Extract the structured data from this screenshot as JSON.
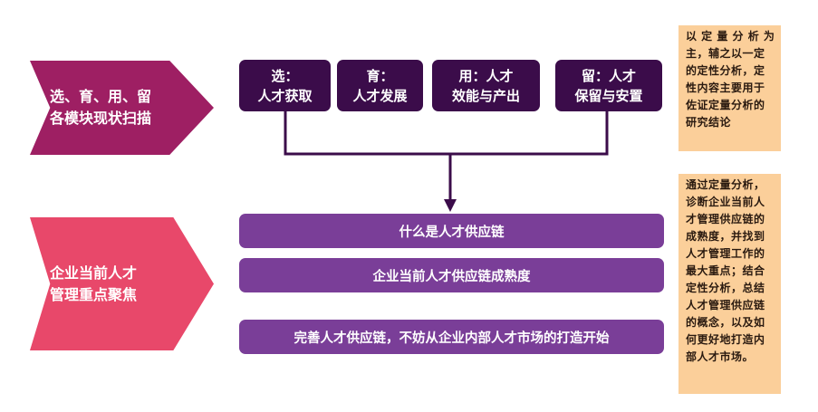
{
  "stages": [
    {
      "label_lines": [
        "选、育、用、留",
        "各模块现状扫描"
      ],
      "color": "#9e1f63"
    },
    {
      "label_lines": [
        "企业当前人才",
        "管理重点聚焦"
      ],
      "color": "#e8486a"
    }
  ],
  "modules": [
    {
      "title": "选：",
      "sub": "人才获取"
    },
    {
      "title": "育：",
      "sub": "人才发展"
    },
    {
      "title": "用：人才",
      "sub": "效能与产出"
    },
    {
      "title": "留：人才",
      "sub": "保留与安置"
    }
  ],
  "focus_items": [
    "什么是人才供应链",
    "企业当前人才供应链成熟度",
    "完善人才供应链，不妨从企业内部人才市场的打造开始"
  ],
  "notes": [
    {
      "lines": [
        "以 定 量 分 析 为",
        "主，辅之以一定",
        "的定性分析，定",
        "性内容主要用于",
        "佐证定量分析的",
        "研究结论"
      ]
    },
    {
      "lines": [
        "通过定量分析，",
        "诊断企业当前人",
        "才管理供应链的",
        "成熟度，并找到",
        "人才管理工作的",
        "最大重点；结合",
        "定性分析，总结",
        "人才管理供应链",
        "的概念，以及如",
        "何更好地打造内",
        "部人才市场。"
      ]
    }
  ],
  "colors": {
    "tile": "#3b0c4a",
    "bar": "#7a3e98",
    "note": "#fbcf9a",
    "connector": "#3b0c4a"
  }
}
